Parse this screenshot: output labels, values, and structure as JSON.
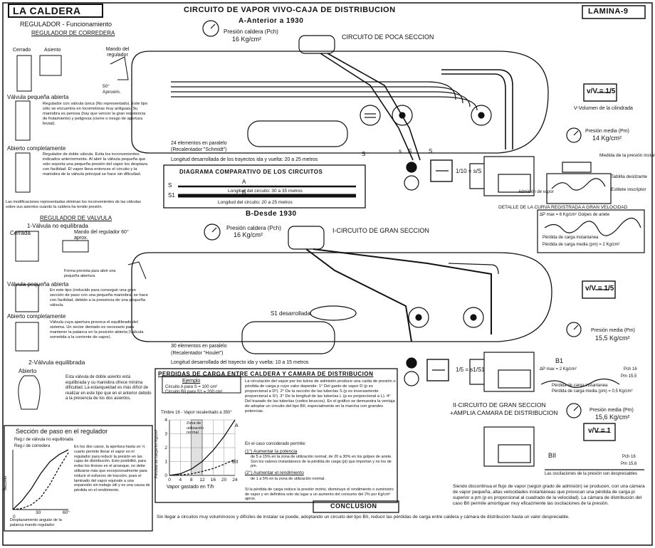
{
  "header": {
    "left_title": "LA CALDERA",
    "center_title": "CIRCUITO DE VAPOR VIVO-CAJA DE DISTRIBUCION",
    "right_title": "LAMINA-9"
  },
  "section_a": {
    "title": "A-Anterior a 1930",
    "circuit": "CIRCUITO DE POCA SECCION",
    "pressure_label": "Presión caldera (Pch)",
    "pressure_value": "16 Kg/cm²",
    "elements": "24 elementos en paralelo",
    "recalentador": "(Recalentador \"Schmidt\")",
    "length_note": "Longitud desarrollada de los trayectos ida y vuelta: 20 a 25 metros",
    "ratio": "1/10 = s/S",
    "v_ratio": "v/V = 1/5",
    "v_note": "V-Volumen de la cilindrada",
    "pm_label": "Presión media (Pm)",
    "pm_value": "14 Kg/cm²",
    "medida": "Medida de la presión instantanea",
    "tablilla": "Tablilla deslizante",
    "estilete": "Estilete inscriptor",
    "admision": "Admisión de vapor",
    "curva_title": "DETALLE DE LA CURVA REGISTRADA A GRAN VELOCIDAD",
    "golpe": "Golpes de ariete",
    "dp_max": "ΔP max = 6 Kg/cm²",
    "perdida_inst": "Pérdida de carga instantanea",
    "perdida_media": "Pérdida de carga media (pm) = 2 Kg/cm²",
    "S": "S",
    "s": "s"
  },
  "diagram_comparativo": {
    "title": "DIAGRAMA COMPARATIVO DE LOS CIRCUITOS",
    "len_a": "Longitud del circuito: 30 a 35 metros",
    "len_b": "Longitud del circuito: 20 a 25 metros",
    "S1": "S1",
    "S": "S",
    "A": "A",
    "B": "B"
  },
  "section_b": {
    "title": "B-Desde 1930",
    "circuit": "I-CIRCUITO DE GRAN SECCION",
    "pressure_label": "Presión caldera (Pch)",
    "pressure_value": "16 Kg/cm²",
    "s1_label": "S1 desarrollada",
    "elements": "30 elementos en paralelo",
    "recalentador": "(Recalentador \"Houlet\")",
    "length_note": "Longitud desarrollada del trayecto ida y vuelta: 10 a 15 metros",
    "ratio": "1/5 = s1/S1",
    "v_ratio": "v/V = 1/5",
    "pm_label": "Presión media (Pm)",
    "pm_value": "15,5 Kg/cm²",
    "dp_max": "ΔP max = 2 Kg/cm²",
    "perdida_inst": "Pérdida de carga instantanea",
    "perdida_media": "Pérdida de carga media (pm) = 0,5 Kg/cm²",
    "B1": "B1",
    "pch": "Pch 16",
    "pm": "Pm 15,5"
  },
  "section_c": {
    "title1": "II-CIRCUITO DE GRAN SECCION",
    "title2": "+AMPLIA CAMARA DE DISTRIBUCION",
    "v_ratio": "v/V = 1",
    "pm_label": "Presión media (Pm)",
    "pm_value": "15,6 Kg/cm²",
    "BII": "BII",
    "pch": "Pch 16",
    "pm": "Pm 15,6",
    "osc_note": "Las oscilaciones de la presión son despreciables",
    "text": "Siendo discontinua el flujo de vapor (según grado de admisión) se producen, con una cámara de vapor pequeña, altas velocidades instantáneas que provocan una pérdida de carga pi superior a pm (p es proporcional al cuadrado de la velocidad). La cámara de distribución del caso BII permite amortiguar muy eficazmente las oscilaciones de la presión."
  },
  "regulador": {
    "title": "REGULADOR - Funcionamiento",
    "subtitle": "REGULADOR DE CORREDERA",
    "cerrado": "Cerrado",
    "asiento": "Asiento",
    "mando": "Mando del regulador",
    "aprox": "50° Aproxim.",
    "valvula_peq": "Válvula pequeña abierta",
    "text1": "Regulador con válvula única (No representado). Este tipo sólo se encuentra en locomotoras muy antiguas. Su maniobra es penosa (hay que vencer la gran resistencia de frotamiento) y peligrosa (cierre o riesgo de apertura brutal).",
    "abierto": "Abierto completamente",
    "text2": "Regulador de doble válvula. Evita los inconvenientes indicados anteriormente. Al abrir la válvula pequeña que solo soporta una pequeña presión del vapor los desplaza con facilidad. El vapor llena entonces el circuito y la maniobra de la válvula principal se hace sin dificultad.",
    "note": "Las modificaciones representadas eliminan los inconvenientes de las válvulas sobre sus asientos cuando la caldera ha tenido presión."
  },
  "regulador_valvula": {
    "title": "REGULADOR DE VALVULA",
    "sub1": "1-Válvula no equilibrada",
    "cerrada": "Cerrada",
    "mando": "Mando del regulador 60° aprox.",
    "forma": "Forma prevista para abrir una pequeña abertura",
    "valvula_peq": "Válvula pequeña abierta",
    "text1": "En este tipo (reducido para conseguir una gran sección de paso con una pequeña maniobra) se hace con facilidad, debido a la presencia de una pequeña válvula.",
    "abierto": "Abierto completamente",
    "text2": "Válvula cuya apertura provoca el equilibrado del sistema. Un sector dentado es necesario para mantener la palanca en la posición abierta (Válvula sometida a la corriente de vapor).",
    "sub2": "2-Válvula equilibrada",
    "abierto2": "Abierto",
    "text3": "Esta válvula de doble asiento está equilibrada y su maniobra ofrece mínima dificultad. La estanqueidad es más difícil de realizar en este tipo que en el anterior debido a la presencia de los dos asientos."
  },
  "seccion_paso": {
    "title": "Sección de paso en el regulador",
    "leg1": "Reg.r de válvula no equilibrada",
    "leg2": "Reg.r de corredera",
    "ylabel": "Sección",
    "x0": "0",
    "x30": "30",
    "x60": "60°",
    "xlabel": "Desplazamiento angular de la palanca mando regulador",
    "text": "En los dos casos, la apertura hasta un ½ cuarto permite llenar el vapor en el regulador para reducir la presión en las cajas de distribución. Esto posibilitó, para evitar los tirones en el arranque, no debe utilizarse más que excepcionalmente para reducir el esfuerzo de tracción, pues el laminado del vapor equivale a una expansión sin trabajo útil y es una causa de pérdida en el rendimiento."
  },
  "perdidas": {
    "title": "PERDIDAS DE CARGA ENTRE CALDERA Y CAMARA DE DISTRIBUCION",
    "ejemplo": "Ejemplo",
    "leg_a": "Circuito A para S = 100 cm²",
    "leg_b": "Circuito BII para S1 = 200 cm²",
    "timbre": "Timbre 16 - Vapor recalentado a 350°",
    "zona": "Zona de utilización normal",
    "ylabel": "Pérdida de carga en Kg/cm²",
    "xlabel": "Vapor gastado en T/h",
    "line_a": "A",
    "line_b": "BII",
    "body": "La circulación del vapor por los tubos de admisión produce una caída de presión o pérdida de carga p cuyo valor depende: 1° Del gasto de vapor D (p es proporcional a D²). 2° De la sección de las tuberías S (p es inversamente proporcional a S²). 3° De la longitud de las tuberías L (p es proporcional a L). 4° Del trazado de las tuberías (codos bruscos). En el gráfico se demuestra la ventaja de adoptar un circuito del tipo BII, especialmente en la marcha con grandes potencias.",
    "caso": "En el caso considerado permite:",
    "a1": "(1°) Aumentar la potencia",
    "a1_text": "de 5 a 15% en la zona de utilización normal; de 20 a 30% en los golpes de ariete. Son los valores instantáneos de la pérdida de carga (pi) que importan y no los de pm.",
    "a2": "(2°) Aumentar el rendimiento",
    "a2_text": "de 1 a 5% en la zona de utilización normal.",
    "bottom": "Si la pérdida de carga reduce la presión motriz, disminuye el rendimiento o suministro de vapor y en definitiva solo da lugar a un aumento del consumo del 2% por Kg/cm² aprox."
  },
  "conclusion": {
    "title": "CONCLUSION",
    "text": "Sin llegar a circuitos muy voluminosos y difíciles de instalar se puede, adoptando un circuito del tipo BII, reducir las pérdidas de carga entre caldera y cámara de distribución hasta un valor despreciable."
  },
  "chart_data": [
    {
      "type": "line",
      "title": "Timbre 16 - Vapor recalentado a 350°",
      "xlabel": "Vapor gastado en T/h",
      "ylabel": "Pérdida de carga en Kg/cm²",
      "x_ticks": [
        0,
        4,
        8,
        12,
        16,
        20,
        24
      ],
      "y_ticks": [
        0,
        1,
        2,
        3,
        4
      ],
      "xlim": [
        0,
        24
      ],
      "ylim": [
        0,
        4
      ],
      "series": [
        {
          "name": "A",
          "x": [
            0,
            4,
            8,
            12,
            16,
            20,
            24
          ],
          "y": [
            0,
            0.12,
            0.45,
            1.0,
            1.8,
            2.8,
            4.0
          ]
        },
        {
          "name": "BII",
          "x": [
            0,
            4,
            8,
            12,
            16,
            20,
            24
          ],
          "y": [
            0,
            0.03,
            0.12,
            0.28,
            0.5,
            0.8,
            1.15
          ]
        }
      ],
      "band": [
        8,
        12
      ]
    },
    {
      "type": "line",
      "title": "Sección de paso en el regulador",
      "xlabel": "Desplazamiento angular de la palanca mando regulador",
      "ylabel": "Sección",
      "x_ticks": [
        0,
        30,
        60
      ],
      "xlim": [
        0,
        60
      ],
      "ylim": [
        0,
        1
      ],
      "series": [
        {
          "name": "Reg.r de válvula no equilibrada",
          "x": [
            0,
            10,
            20,
            30,
            40,
            50,
            60
          ],
          "y": [
            0,
            0.15,
            0.35,
            0.6,
            0.8,
            0.92,
            1.0
          ]
        },
        {
          "name": "Reg.r de corredera",
          "x": [
            0,
            10,
            20,
            30,
            40,
            50,
            60
          ],
          "y": [
            0,
            0.02,
            0.08,
            0.2,
            0.42,
            0.7,
            0.95
          ]
        }
      ]
    }
  ]
}
